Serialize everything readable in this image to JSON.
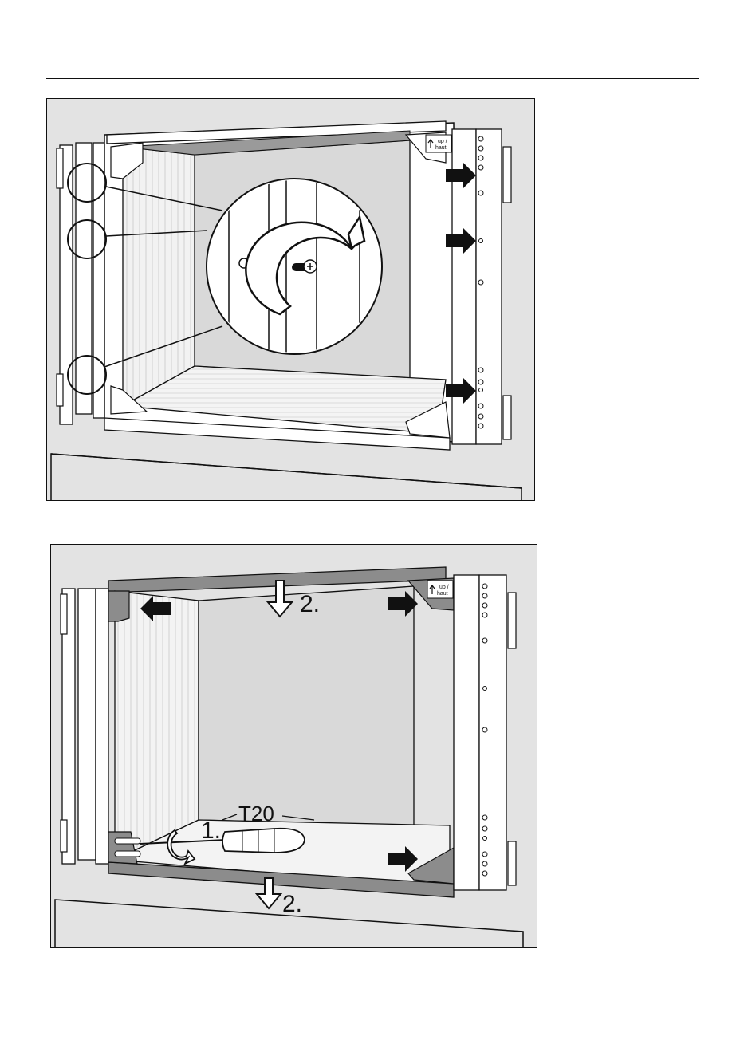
{
  "figure1": {
    "label_up": "up /",
    "label_haut": "haut"
  },
  "figure2": {
    "label_up": "up /",
    "label_haut": "haut",
    "tool": "T20",
    "step1": "1.",
    "step2_top": "2.",
    "step2_bottom": "2."
  }
}
